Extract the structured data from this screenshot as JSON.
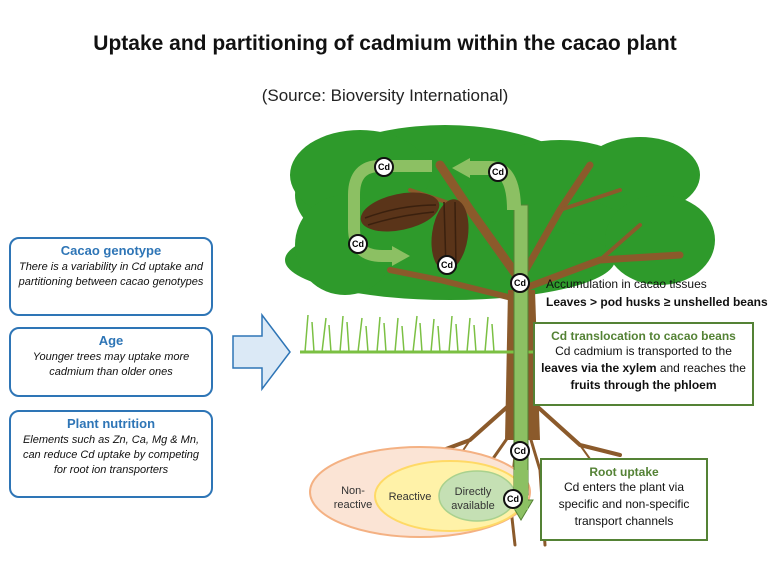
{
  "title": "Uptake and partitioning of cadmium within the cacao plant",
  "source": "(Source: Bioversity International)",
  "left_boxes": [
    {
      "heading": "Cacao genotype",
      "text": "There is a variability in Cd uptake and partitioning between cacao genotypes"
    },
    {
      "heading": "Age",
      "text": "Younger trees may uptake more cadmium than older ones"
    },
    {
      "heading": "Plant nutrition",
      "text": "Elements such as Zn, Ca, Mg & Mn, can reduce Cd uptake by competing for root ion transporters"
    }
  ],
  "accumulation": {
    "line1": "Accumulation in cacao tissues",
    "line2": "Leaves > pod husks ≥ unshelled beans"
  },
  "translocation": {
    "heading": "Cd translocation to cacao beans",
    "text1": "Cd cadmium is transported to the",
    "text2a": "leaves via the xylem",
    "text2b": " and reaches the",
    "text3": "fruits through the phloem"
  },
  "root_uptake": {
    "heading": "Root uptake",
    "text": "Cd enters the plant via specific and non-specific transport channels"
  },
  "soil_fractions": {
    "non_reactive": "Non-reactive",
    "reactive": "Reactive",
    "directly_available": "Directly available"
  },
  "cd_label": "Cd",
  "colors": {
    "blue": "#2e75b6",
    "green_dark": "#548235",
    "canopy": "#2e9a2b",
    "trunk": "#8b5a2b",
    "arrow_green": "#8cc063"
  }
}
